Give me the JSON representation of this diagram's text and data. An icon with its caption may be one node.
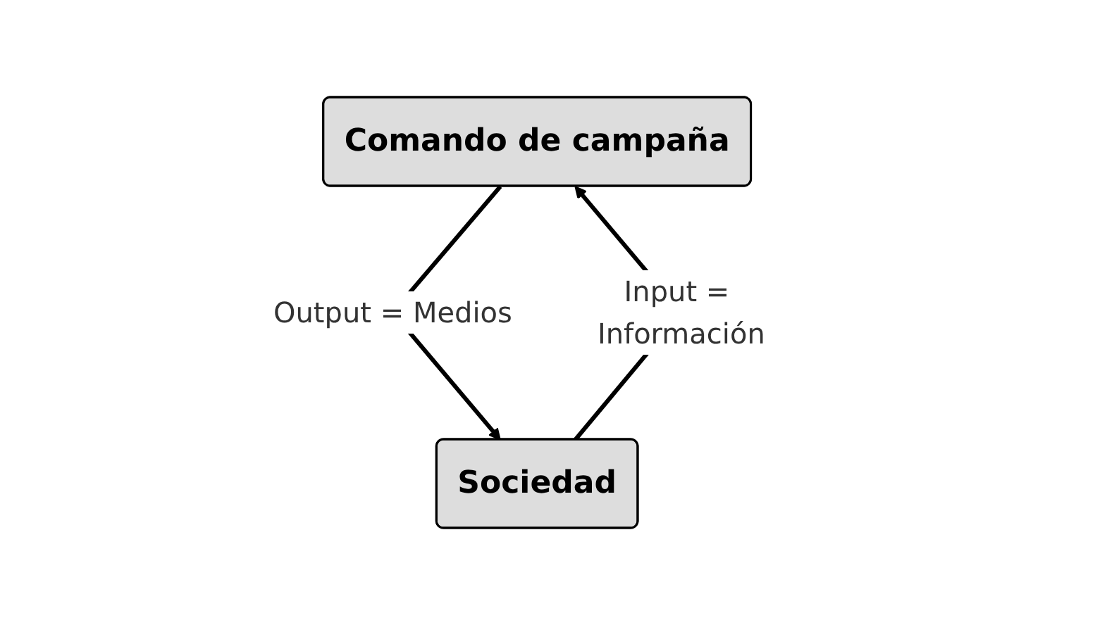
{
  "diagram": {
    "nodes": [
      {
        "text": [
          "Comando de campaña"
        ]
      },
      {
        "text": [
          "Sociedad"
        ]
      }
    ],
    "edges": [
      {
        "from": 0,
        "to": 1,
        "arrow": "to",
        "label": "Output = Medios"
      },
      {
        "from": 1,
        "to": 0,
        "arrow": "to",
        "label": "Input = Información"
      }
    ]
  }
}
